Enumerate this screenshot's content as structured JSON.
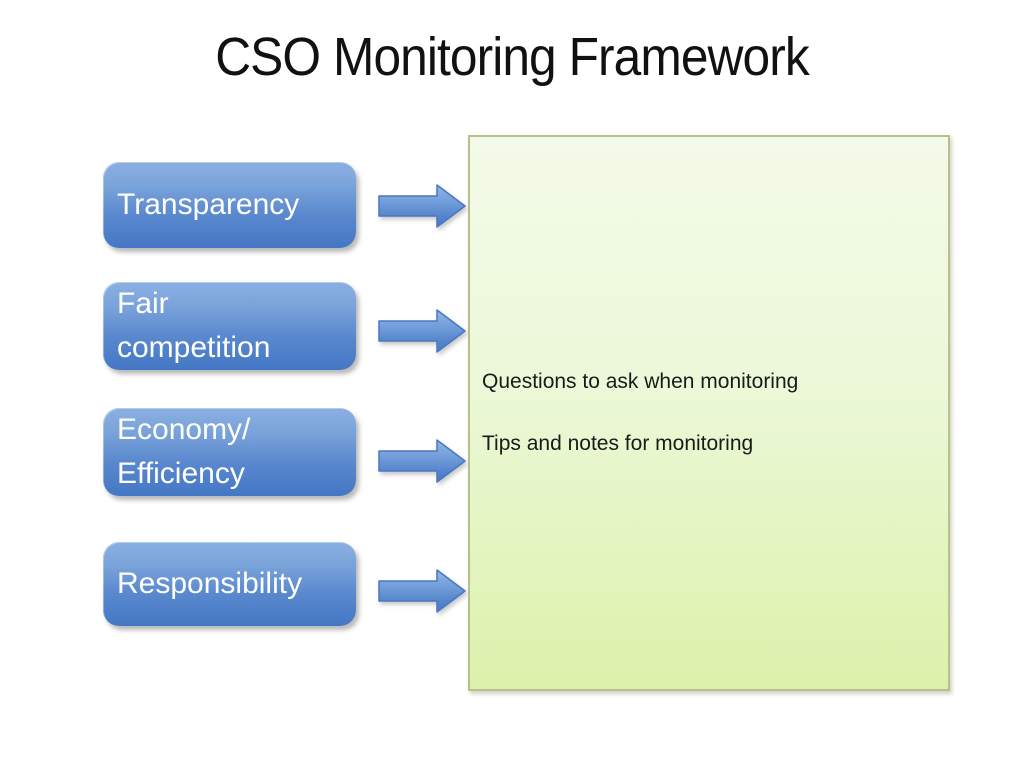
{
  "slide": {
    "title": "CSO Monitoring Framework",
    "buttons": [
      {
        "label": "Transparency",
        "lines": [
          "Transparency"
        ]
      },
      {
        "label": "Fair competition",
        "lines": [
          "Fair",
          "competition"
        ]
      },
      {
        "label": "Economy/ Efficiency",
        "lines": [
          "Economy/",
          "Efficiency"
        ]
      },
      {
        "label": "Responsibility",
        "lines": [
          "Responsibility"
        ]
      }
    ],
    "arrows": {
      "icon": "right-arrow",
      "count": 4
    },
    "panel": {
      "lines": [
        "Questions to ask when monitoring",
        "Tips and notes for monitoring"
      ]
    },
    "colors": {
      "background": "#ffffff",
      "title_text": "#111111",
      "button_gradient_top": "#8ab0e2",
      "button_gradient_bottom": "#4477c4",
      "button_text": "#ffffff",
      "arrow_gradient_top": "#93b6e6",
      "arrow_gradient_bottom": "#4879c4",
      "arrow_outline": "#4a78c0",
      "panel_bg_top": "#f3fae8",
      "panel_bg_bottom": "#dcf2ab",
      "panel_border": "#b9bf8a",
      "panel_text": "#1a1a1a"
    }
  }
}
